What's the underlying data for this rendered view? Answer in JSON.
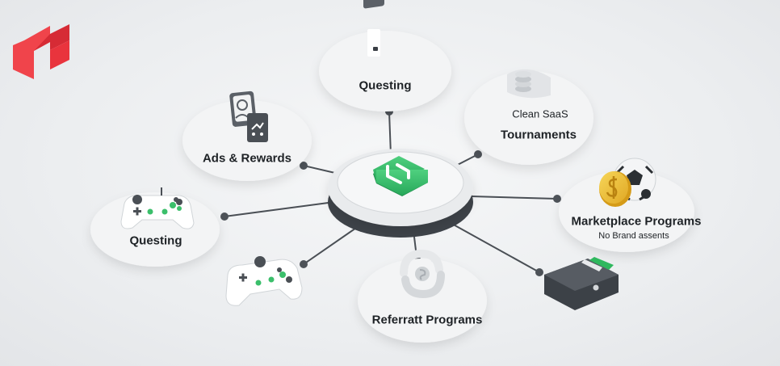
{
  "nodes": {
    "questing_top": "Questing",
    "clean_saas": "Clean SaaS",
    "tournaments": "Tournaments",
    "ads_rewards": "Ads & Rewards",
    "marketplace": "Marketplace Programs",
    "marketplace_sub": "No Brand assents",
    "questing_left": "Questing",
    "referral": "Referratt Programs"
  },
  "colors": {
    "accent_green": "#34c06a",
    "logo_red": "#e9343d",
    "node_fill": "#f3f4f5",
    "connector": "#4a4f55"
  },
  "icons": [
    "logo-icon",
    "wallet-cards-icon",
    "coin-stack-icon",
    "user-badge-icon",
    "gamepad-icon",
    "coin-soccer-icon",
    "wallet-icon",
    "refresh-symbol-icon",
    "hub-icon"
  ]
}
